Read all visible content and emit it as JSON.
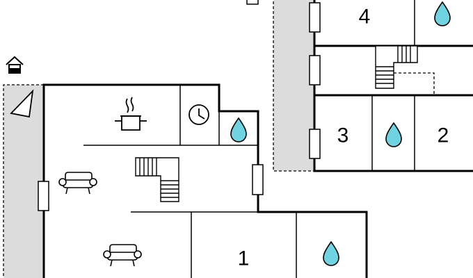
{
  "colors": {
    "water": "#6fd3e2",
    "outdoor": "#dcdcdc",
    "line": "#000000"
  },
  "rooms": {
    "room1": {
      "label": "1"
    },
    "room2": {
      "label": "2"
    },
    "room3": {
      "label": "3"
    },
    "room4": {
      "label": "4"
    }
  },
  "icons": [
    "house-entrance-icon",
    "compass-arrow-icon",
    "cooking-pot-icon",
    "clock-icon",
    "water-drop-icon",
    "sofa-icon",
    "staircase-icon"
  ]
}
